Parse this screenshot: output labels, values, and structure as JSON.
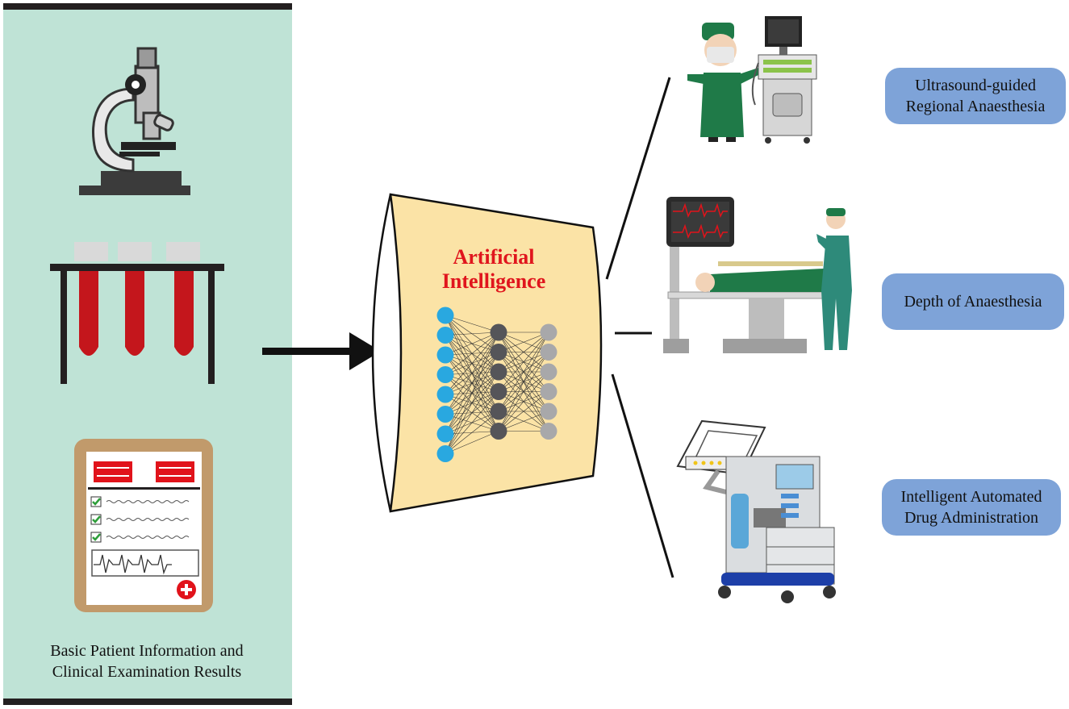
{
  "input_panel": {
    "caption_line1": "Basic Patient Information and",
    "caption_line2": "Clinical Examination Results",
    "background_color": "#bfe3d6",
    "icons": [
      "microscope-icon",
      "test-tubes-icon",
      "clipboard-report-icon"
    ]
  },
  "ai_block": {
    "title_line1": "Artificial",
    "title_line2": "Intelligence",
    "title_color": "#e0151d",
    "funnel_color": "#fbe3a6",
    "network_layers": [
      8,
      6,
      6
    ],
    "layer_colors": [
      "#29a8e0",
      "#555559",
      "#a8a8aa"
    ]
  },
  "applications": [
    {
      "line1": "Ultrasound-guided",
      "line2": "Regional Anaesthesia",
      "icon": "ultrasound-anaesthetist-icon"
    },
    {
      "line1": "Depth of Anaesthesia",
      "line2": "",
      "icon": "patient-monitor-bed-icon"
    },
    {
      "line1": "Intelligent Automated",
      "line2": "Drug Administration",
      "icon": "anaesthesia-machine-icon"
    }
  ],
  "colors": {
    "app_box": "#7ea3d8",
    "arrow": "#111111"
  }
}
